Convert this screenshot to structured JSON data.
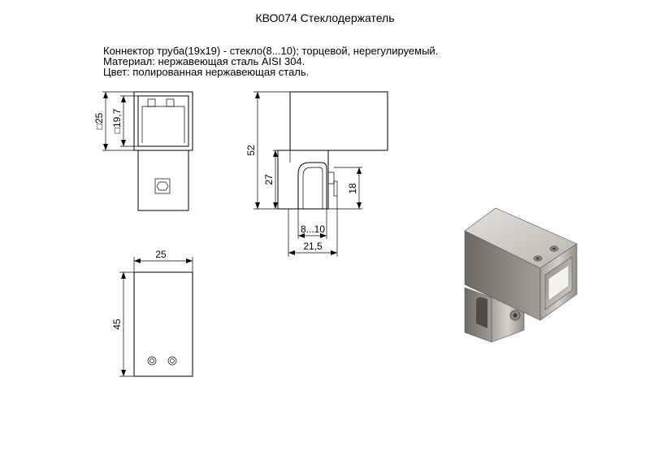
{
  "title": "КВО074 Стеклодержатель",
  "description": [
    "Коннектор труба(19x19) - стекло(8...10); торцевой, нерегулируемый.",
    "Материал: нержавеющая сталь AISI 304.",
    "Цвет: полированная нержавеющая сталь."
  ],
  "dimensions": {
    "outer_square": "□25",
    "inner_square": "□19,7",
    "height_total": "52",
    "height_clamp": "27",
    "slot_depth": "18",
    "glass_range": "8...10",
    "clamp_width": "21,5",
    "width": "25",
    "height_side": "45"
  }
}
